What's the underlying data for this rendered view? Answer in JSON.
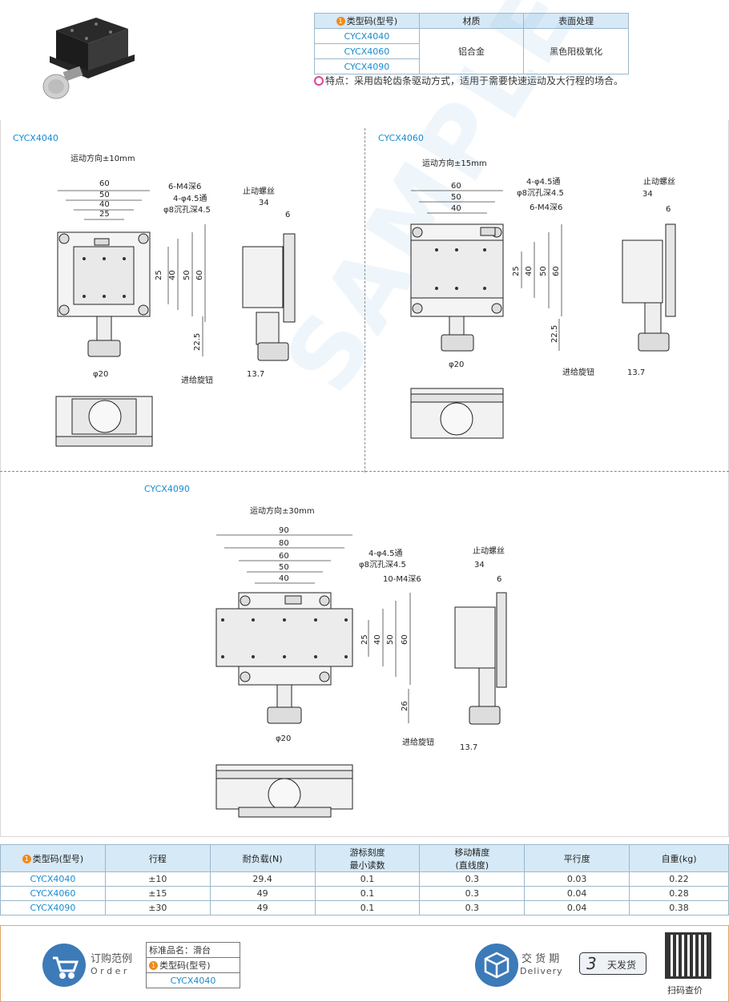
{
  "top_table": {
    "headers": [
      "类型码(型号)",
      "材质",
      "表面处理"
    ],
    "badge": "1",
    "models": [
      "CYCX4040",
      "CYCX4060",
      "CYCX4090"
    ],
    "material": "铝合金",
    "surface": "黑色阳极氧化"
  },
  "feature_text": "特点：采用齿轮齿条驱动方式，适用于需要快速运动及大行程的场合。",
  "drawings": {
    "cycx4040": {
      "title": "CYCX4040",
      "motion": "运动方向±10mm",
      "dims_top": [
        "60",
        "50",
        "40",
        "25"
      ],
      "dims_right": [
        "25",
        "40",
        "50",
        "60"
      ],
      "note_m4": "6-M4深6",
      "note_holes": "4-φ4.5通",
      "note_cb": "φ8沉孔深4.5",
      "stop_screw": "止动螺丝",
      "dim_34": "34",
      "dim_6": "6",
      "dim_22": "22.5",
      "dim_phi20": "φ20",
      "dim_137": "13.7",
      "knob": "进给旋钮"
    },
    "cycx4060": {
      "title": "CYCX4060",
      "motion": "运动方向±15mm",
      "dims_top": [
        "60",
        "50",
        "40"
      ],
      "dims_right": [
        "25",
        "40",
        "50",
        "60"
      ],
      "note_holes": "4-φ4.5通",
      "note_cb": "φ8沉孔深4.5",
      "note_m4": "6-M4深6",
      "stop_screw": "止动螺丝",
      "dim_34": "34",
      "dim_6": "6",
      "dim_22": "22.5",
      "dim_phi20": "φ20",
      "dim_137": "13.7",
      "knob": "进给旋钮"
    },
    "cycx4090": {
      "title": "CYCX4090",
      "motion": "运动方向±30mm",
      "dims_top": [
        "90",
        "80",
        "60",
        "50",
        "40"
      ],
      "dims_right": [
        "25",
        "40",
        "50",
        "60"
      ],
      "note_holes": "4-φ4.5通",
      "note_cb": "φ8沉孔深4.5",
      "note_m4": "10-M4深6",
      "stop_screw": "止动螺丝",
      "dim_34": "34",
      "dim_6": "6",
      "dim_26": "26",
      "dim_phi20": "φ20",
      "dim_137": "13.7",
      "knob": "进给旋钮"
    }
  },
  "watermark": "SAMPLE",
  "spec_table": {
    "badge": "1",
    "headers": [
      "类型码(型号)",
      "行程",
      "耐负载(N)",
      "游标刻度\n最小读数",
      "移动精度\n(直线度)",
      "平行度",
      "自重(kg)"
    ],
    "header_lines": [
      [
        "类型码(型号)"
      ],
      [
        "行程"
      ],
      [
        "耐负载(N)"
      ],
      [
        "游标刻度",
        "最小读数"
      ],
      [
        "移动精度",
        "(直线度)"
      ],
      [
        "平行度"
      ],
      [
        "自重(kg)"
      ]
    ],
    "rows": [
      [
        "CYCX4040",
        "±10",
        "29.4",
        "0.1",
        "0.3",
        "0.03",
        "0.22"
      ],
      [
        "CYCX4060",
        "±15",
        "49",
        "0.1",
        "0.3",
        "0.04",
        "0.28"
      ],
      [
        "CYCX4090",
        "±30",
        "49",
        "0.1",
        "0.3",
        "0.04",
        "0.38"
      ]
    ]
  },
  "footer": {
    "order_cn": "订购范例",
    "order_en": "O r d e r",
    "order_rows": [
      "标准品名：滑台",
      "类型码(型号)",
      "CYCX4040"
    ],
    "delivery_cn": "交 货 期",
    "delivery_en": "Delivery",
    "delivery_days": "3",
    "delivery_unit": "天发货",
    "qr_label": "扫码查价"
  },
  "colors": {
    "accent_blue": "#1a8ccf",
    "header_bg": "#d6e9f6",
    "badge_orange": "#f08a1c",
    "feature_pink": "#e0448f",
    "footer_border": "#e3a66b"
  }
}
